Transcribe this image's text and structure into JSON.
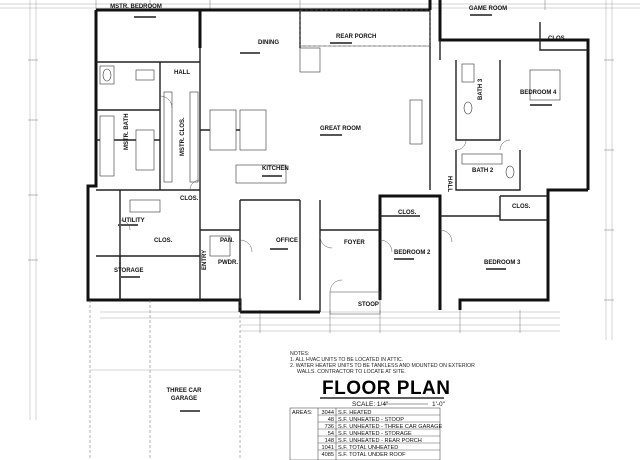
{
  "rooms": {
    "mstr_bedroom": "MSTR. BEDROOM",
    "game_room": "GAME ROOM",
    "dining": "DINING",
    "rear_porch": "REAR PORCH",
    "hall_top": "HALL",
    "closet_ne": "CLOS.",
    "bath_3": "BATH 3",
    "bedroom_4": "BEDROOM 4",
    "mstr_bath": "MSTR. BATH",
    "mstr_clos": "MSTR. CLOS.",
    "great_room": "GREAT ROOM",
    "kitchen": "KITCHEN",
    "bath_2": "BATH 2",
    "hall_mid": "HALL",
    "clos_a": "CLOS.",
    "utility": "UTILITY",
    "clos_b": "CLOS.",
    "pan": "PAN.",
    "office": "OFFICE",
    "foyer": "FOYER",
    "clos_c": "CLOS.",
    "bedroom_2": "BEDROOM 2",
    "clos_d": "CLOS.",
    "bedroom_3": "BEDROOM 3",
    "storage": "STORAGE",
    "entry": "ENTRY",
    "pwdr": "PWDR.",
    "stoop": "STOOP",
    "three_car_garage_1": "THREE CAR",
    "three_car_garage_2": "GARAGE"
  },
  "title": "FLOOR PLAN",
  "scale": {
    "label": "SCALE: 1/4\"",
    "value": "1'-0\""
  },
  "notes": {
    "heading": "NOTES:",
    "lines": [
      "1. ALL HVAC UNITS TO BE LOCATED IN ATTIC.",
      "2. WATER HEATER UNITS TO BE TANKLESS AND MOUNTED ON EXTERIOR",
      "WALLS. CONTRACTOR TO LOCATE AT SITE."
    ]
  },
  "areas": {
    "label": "AREAS:",
    "rows": [
      {
        "value": "3044",
        "desc": "S.F. HEATED"
      },
      {
        "value": "48",
        "desc": "S.F. UNHEATED - STOOP"
      },
      {
        "value": "736",
        "desc": "S.F. UNHEATED - THREE CAR GARAGE"
      },
      {
        "value": "54",
        "desc": "S.F. UNHEATED - STORAGE"
      },
      {
        "value": "148",
        "desc": "S.F. UNHEATED - REAR PORCH"
      },
      {
        "value": "1041",
        "desc": "S.F. TOTAL UNHEATED"
      },
      {
        "value": "4085",
        "desc": "S.F. TOTAL UNDER ROOF"
      }
    ]
  }
}
